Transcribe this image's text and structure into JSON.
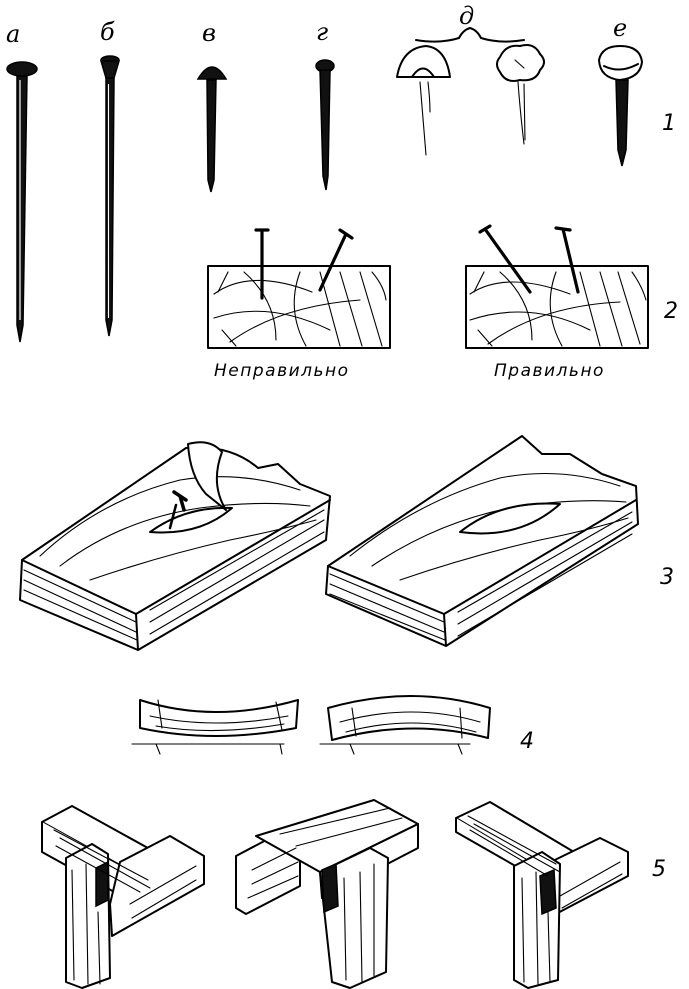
{
  "nail_labels": {
    "a": "а",
    "b": "б",
    "v": "в",
    "g": "г",
    "d": "д",
    "e": "е"
  },
  "row_numbers": {
    "r1": "1",
    "r2": "2",
    "r3": "3",
    "r4": "4",
    "r5": "5"
  },
  "captions": {
    "wrong": "Неправильно",
    "right": "Правильно"
  }
}
